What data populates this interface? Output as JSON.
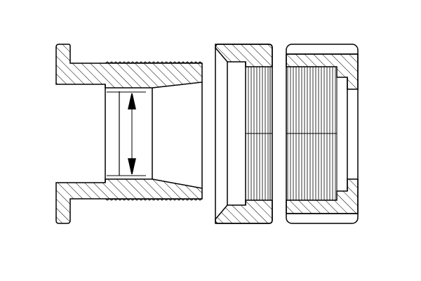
{
  "diagram": {
    "type": "cross-section technical drawing",
    "parts": [
      {
        "id": "threaded-bushing",
        "features": [
          "flange",
          "external-thread",
          "tapered-bore",
          "diameter-dimension-arrow"
        ]
      },
      {
        "id": "threaded-cap",
        "features": [
          "internal-thread",
          "chamfer"
        ]
      },
      {
        "id": "threaded-coupling",
        "features": [
          "internal-thread",
          "stepped-bore"
        ]
      }
    ],
    "colors": {
      "line": "#000000",
      "background": "#ffffff"
    }
  }
}
